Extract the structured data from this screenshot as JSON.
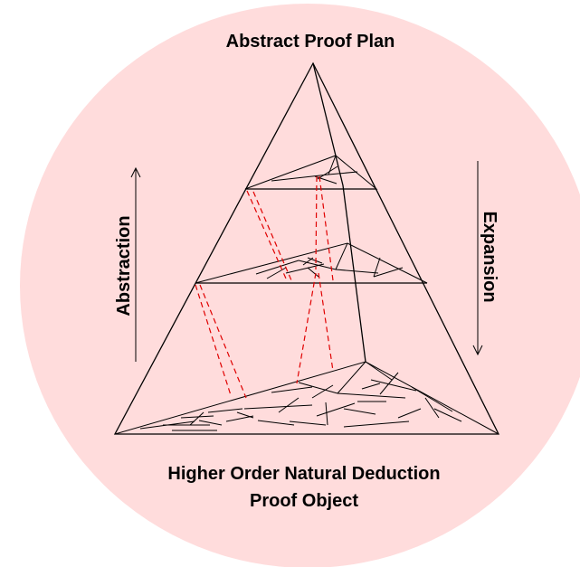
{
  "diagram": {
    "title_top": "Abstract Proof Plan",
    "left_label": "Abstraction",
    "right_label": "Expansion",
    "bottom_line1": "Higher Order Natural Deduction",
    "bottom_line2": "Proof Object"
  },
  "colors": {
    "background_circle": "#ffdcdc",
    "lines": "#000000",
    "dashed_links": "#e00000"
  }
}
